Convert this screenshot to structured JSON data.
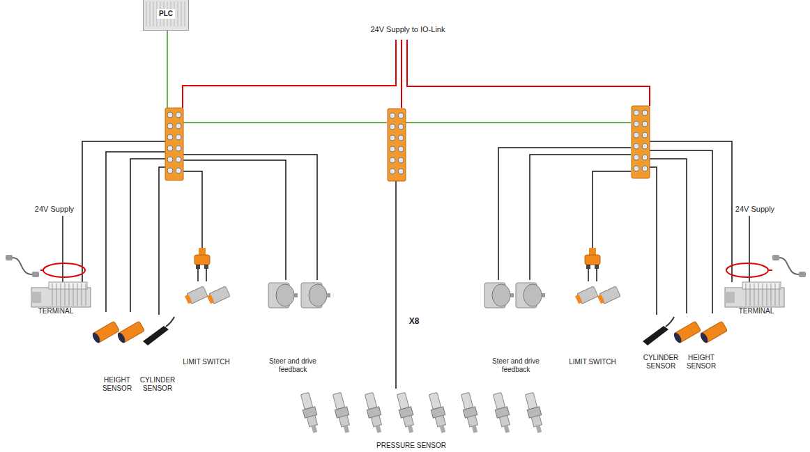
{
  "diagram": {
    "nodes": [
      {
        "text": [
          "PLC"
        ]
      }
    ],
    "labels": [
      "24V Supply to IO-Link",
      "24V Supply",
      "TERMINAL",
      "HEIGHT SENSOR",
      "CYLINDER SENSOR",
      "LIMIT SWITCH",
      "Steer and drive feedback",
      "X8",
      "Steer and drive feedback",
      "LIMIT SWITCH",
      "CYLINDER SENSOR",
      "HEIGHT SENSOR",
      "24V Supply",
      "TERMINAL",
      "PRESSURE SENSOR"
    ]
  }
}
